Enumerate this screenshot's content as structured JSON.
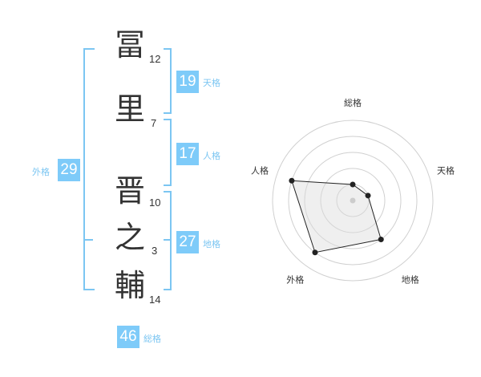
{
  "name": {
    "characters": [
      {
        "char": "冨",
        "strokes": "12"
      },
      {
        "char": "里",
        "strokes": "7"
      },
      {
        "char": "晋",
        "strokes": "10"
      },
      {
        "char": "之",
        "strokes": "3"
      },
      {
        "char": "輔",
        "strokes": "14"
      }
    ]
  },
  "fortunes": {
    "tenkaku": {
      "label": "天格",
      "value": "19"
    },
    "jinkaku": {
      "label": "人格",
      "value": "17"
    },
    "chikaku": {
      "label": "地格",
      "value": "27"
    },
    "gaikaku": {
      "label": "外格",
      "value": "29"
    },
    "soukaku": {
      "label": "総格",
      "value": "46"
    }
  },
  "colors": {
    "accent": "#7ecbf9",
    "bracket": "#7cc6f2",
    "text": "#333333"
  },
  "chart_data": {
    "type": "radar",
    "axes": [
      "総格",
      "天格",
      "地格",
      "外格",
      "人格"
    ],
    "values": [
      1,
      1,
      3,
      4,
      4
    ],
    "range": [
      0,
      5
    ],
    "rings": 5,
    "grid": true
  }
}
